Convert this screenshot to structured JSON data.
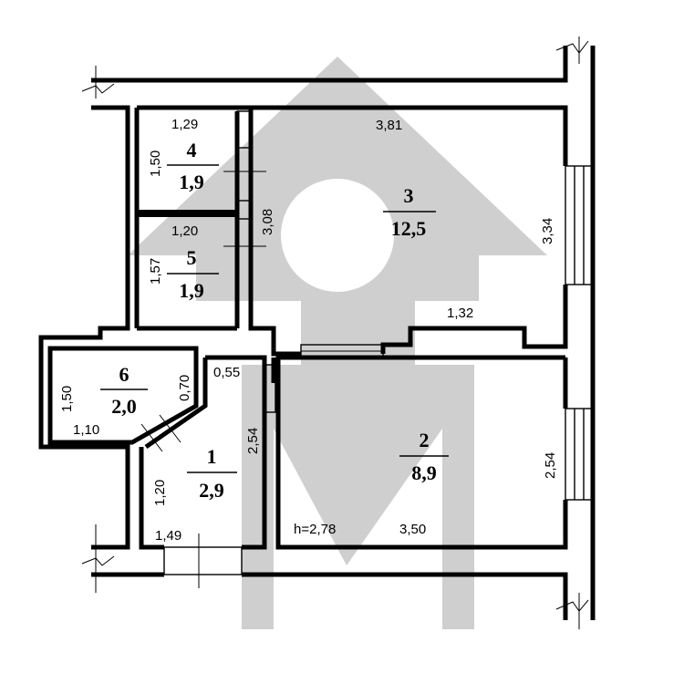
{
  "rooms": [
    {
      "number": "1",
      "area": "2,9"
    },
    {
      "number": "2",
      "area": "8,9"
    },
    {
      "number": "3",
      "area": "12,5"
    },
    {
      "number": "4",
      "area": "1,9"
    },
    {
      "number": "5",
      "area": "1,9"
    },
    {
      "number": "6",
      "area": "2,0"
    }
  ],
  "dimensions": {
    "room4_width": "1,29",
    "room4_height": "1,50",
    "room5_width": "1,20",
    "room5_height": "1,57",
    "room3_width": "3,81",
    "room3_depth": "3,08",
    "room3_window_wall": "3,34",
    "room3_bottom": "1,32",
    "room6_height": "1,50",
    "room6_width": "1,10",
    "room6_diag": "0,70",
    "room1_top": "0,55",
    "room1_side": "2,54",
    "room1_left": "1,20",
    "room1_bottom": "1,49",
    "room2_right": "2,54",
    "room2_bottom": "3,50",
    "ceiling_height": "h=2,78"
  },
  "colors": {
    "wall": "#000000",
    "watermark": "#cfcfcf"
  }
}
